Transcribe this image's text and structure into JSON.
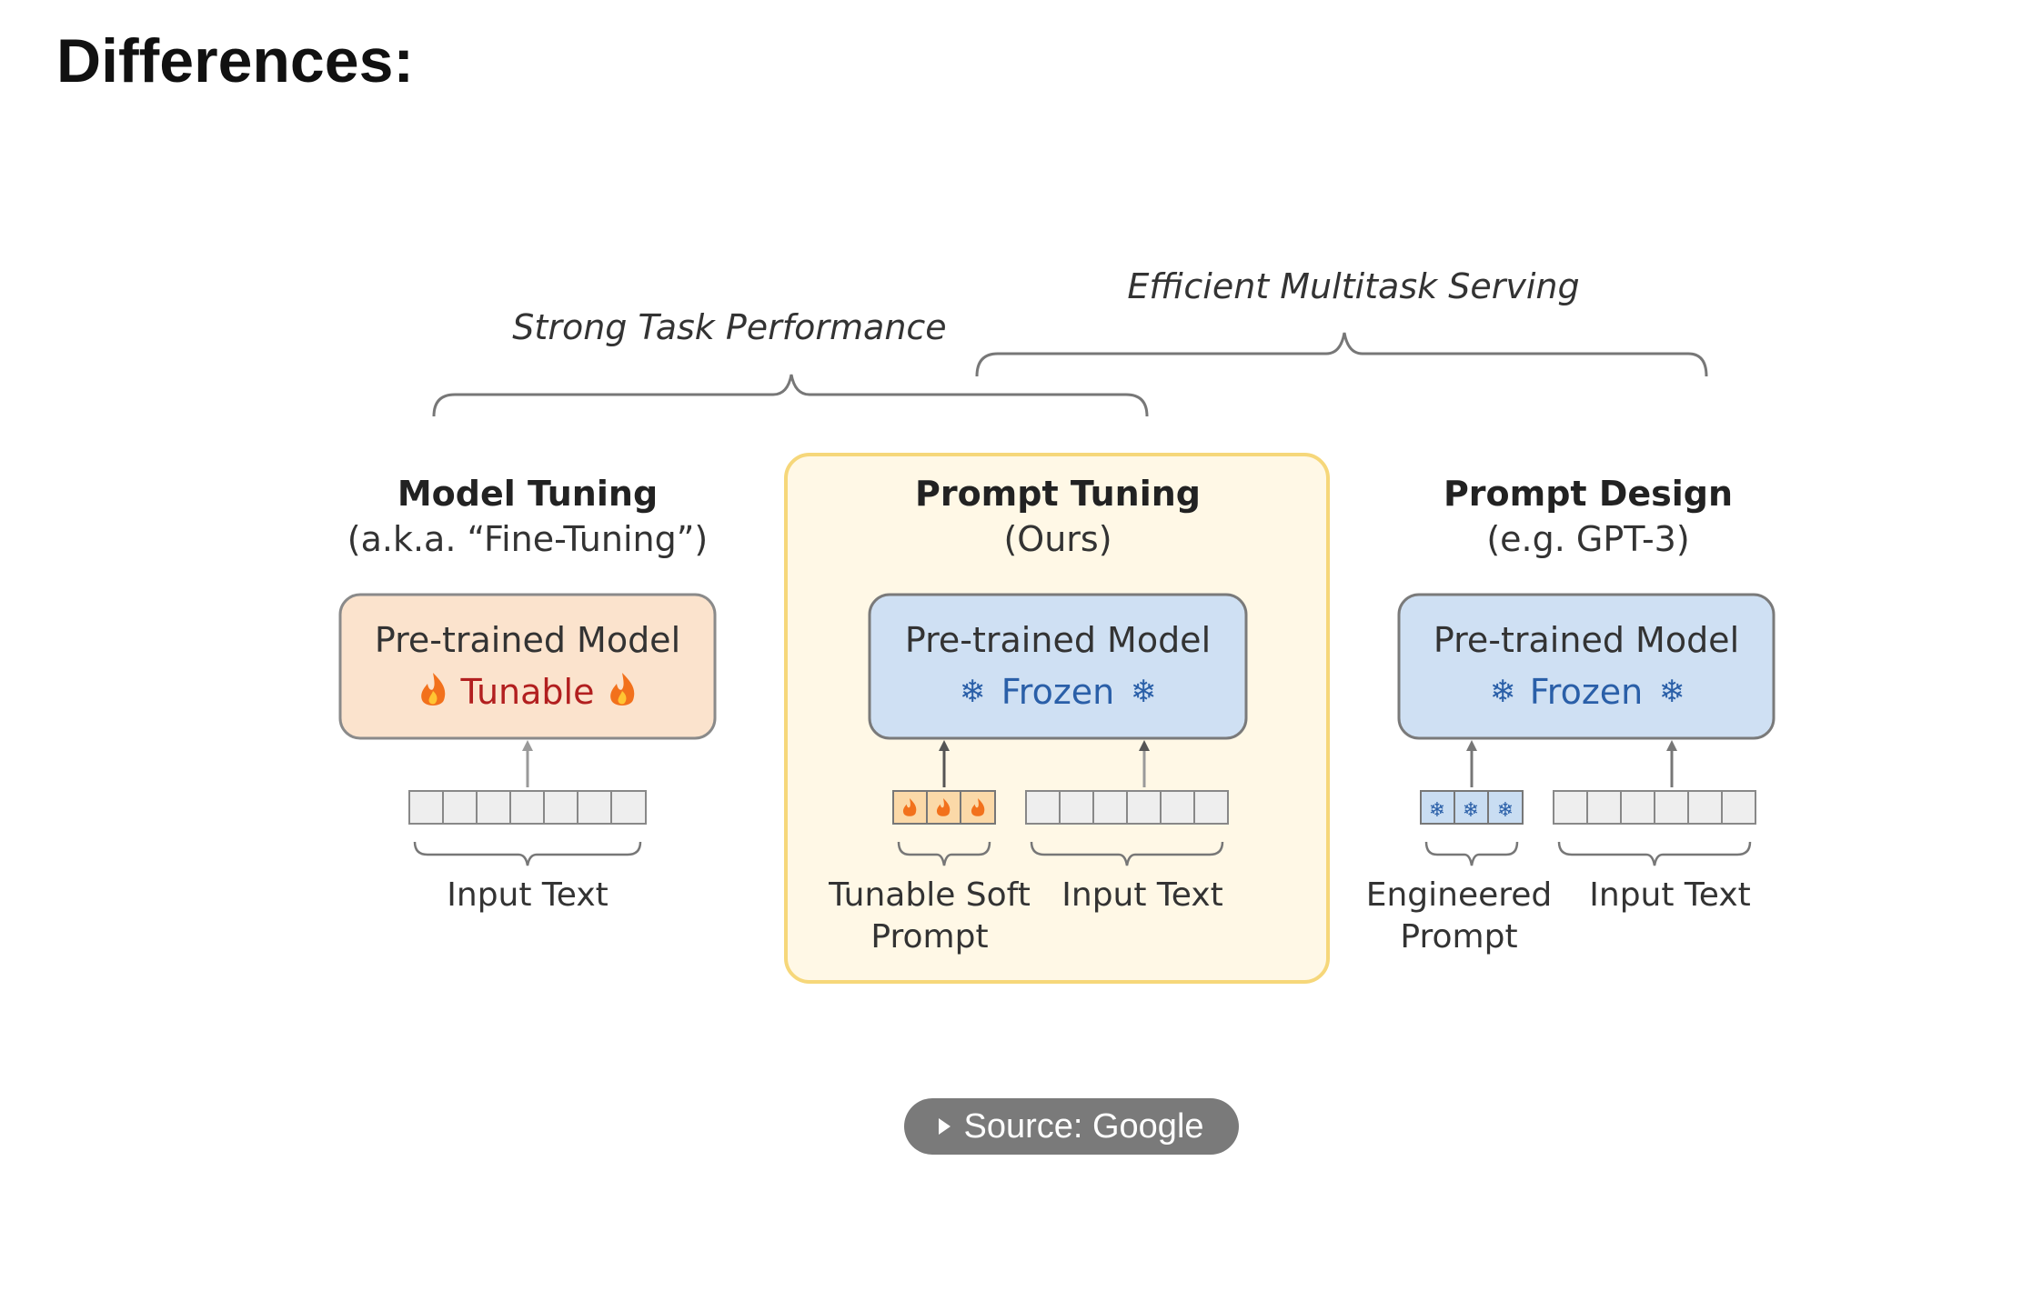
{
  "page": {
    "title": "Differences:"
  },
  "braces": {
    "strong_task": "Strong Task Performance",
    "efficient_serving": "Efficient Multitask Serving"
  },
  "columns": {
    "model_tuning": {
      "title": "Model Tuning",
      "subtitle": "(a.k.a. “Fine-Tuning”)",
      "box_title": "Pre-trained Model",
      "state": "Tunable",
      "input_label": "Input Text"
    },
    "prompt_tuning": {
      "title": "Prompt Tuning",
      "subtitle": "(Ours)",
      "box_title": "Pre-trained Model",
      "state": "Frozen",
      "prompt_label_1": "Tunable Soft",
      "prompt_label_2": "Prompt",
      "input_label": "Input Text"
    },
    "prompt_design": {
      "title": "Prompt Design",
      "subtitle": "(e.g. GPT-3)",
      "box_title": "Pre-trained Model",
      "state": "Frozen",
      "prompt_label_1": "Engineered",
      "prompt_label_2": "Prompt",
      "input_label": "Input Text"
    }
  },
  "source": {
    "label": "Source: Google"
  },
  "colors": {
    "tunable_fill": "#fbe3cd",
    "tunable_text": "#b21f1f",
    "frozen_fill": "#cfe0f3",
    "frozen_text": "#2a5fa8",
    "highlight_fill": "#fff8e6",
    "highlight_border": "#f6d77a"
  },
  "icons": {
    "tunable": "fire-icon",
    "frozen": "snowflake-icon"
  }
}
